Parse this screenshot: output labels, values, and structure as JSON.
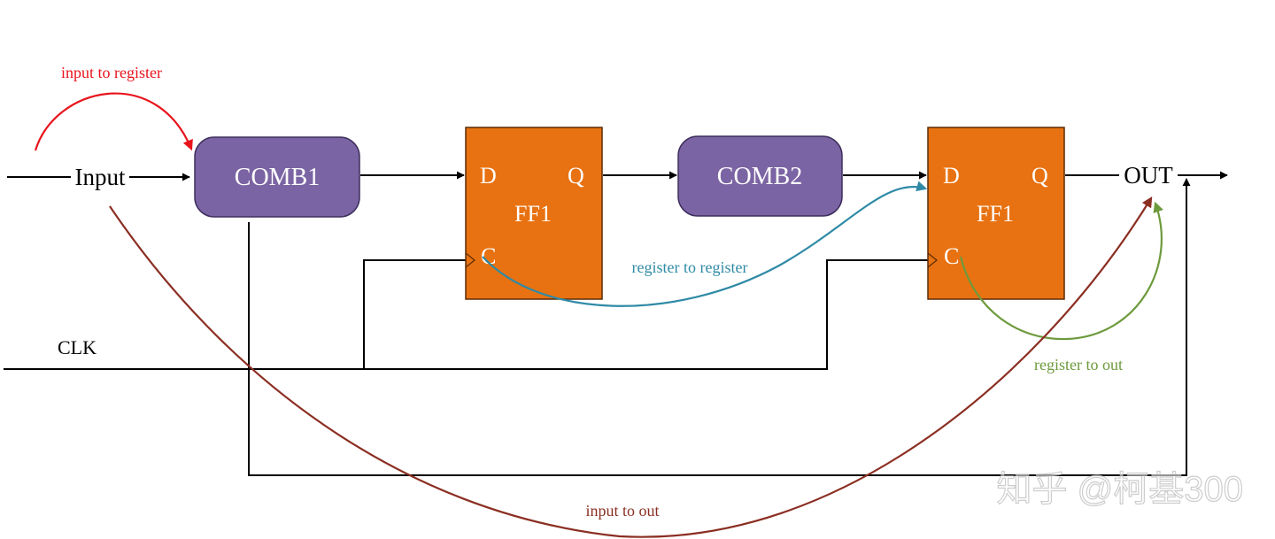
{
  "signals": {
    "input": "Input",
    "out": "OUT",
    "clk": "CLK"
  },
  "blocks": {
    "comb1": "COMB1",
    "comb2": "COMB2",
    "ff_left": {
      "name": "FF1",
      "d": "D",
      "q": "Q",
      "c": "C"
    },
    "ff_right": {
      "name": "FF1",
      "d": "D",
      "q": "Q",
      "c": "C"
    }
  },
  "paths": {
    "input_to_register": {
      "label": "input to register",
      "color": "#e8141c"
    },
    "register_to_register": {
      "label": "register to register",
      "color": "#2f8aa6"
    },
    "register_to_out": {
      "label": "register to out",
      "color": "#6d9a3c"
    },
    "input_to_out": {
      "label": "input to out",
      "color": "#8b2e22"
    }
  },
  "colors": {
    "comb_fill": "#7b64a3",
    "ff_fill": "#e87211",
    "wire": "#000000"
  },
  "watermark": "知乎 @柯基300"
}
